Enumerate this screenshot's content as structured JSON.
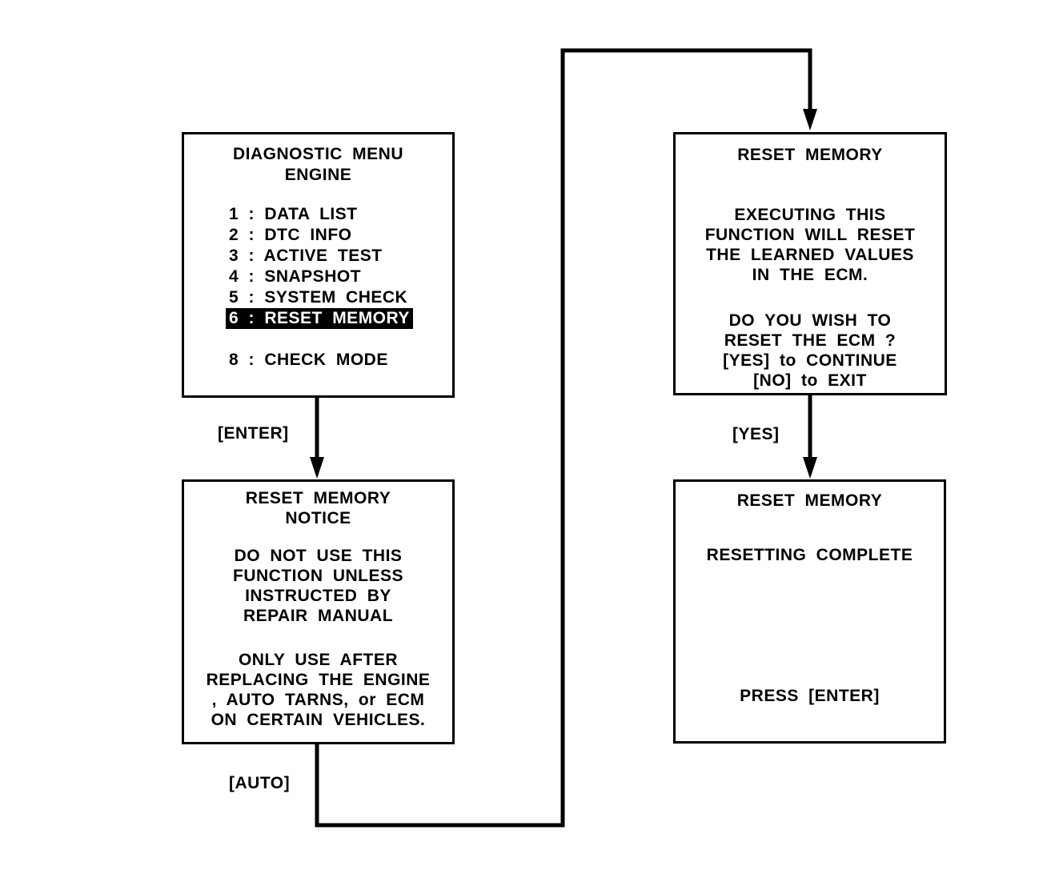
{
  "diagram": {
    "screens": {
      "menu": {
        "title_line1": "DIAGNOSTIC MENU",
        "title_line2": "ENGINE",
        "items": [
          {
            "label": "1 : DATA LIST",
            "highlighted": false
          },
          {
            "label": "2 : DTC INFO",
            "highlighted": false
          },
          {
            "label": "3 : ACTIVE TEST",
            "highlighted": false
          },
          {
            "label": "4 : SNAPSHOT",
            "highlighted": false
          },
          {
            "label": "5 : SYSTEM CHECK",
            "highlighted": false
          },
          {
            "label": "6 : RESET MEMORY",
            "highlighted": true
          },
          {
            "label": "8 : CHECK MODE",
            "highlighted": false
          }
        ]
      },
      "confirm": {
        "title": "RESET MEMORY",
        "para1": [
          "EXECUTING THIS",
          "FUNCTION WILL RESET",
          "THE LEARNED VALUES",
          "IN THE ECM."
        ],
        "para2": [
          "DO YOU WISH TO",
          "RESET THE ECM ?",
          "[YES] to CONTINUE",
          "[NO] to EXIT"
        ]
      },
      "notice": {
        "title_line1": "RESET MEMORY",
        "title_line2": "NOTICE",
        "para1": [
          "DO NOT USE THIS",
          "FUNCTION UNLESS",
          "INSTRUCTED BY",
          "REPAIR MANUAL"
        ],
        "para2": [
          "ONLY USE AFTER",
          "REPLACING THE ENGINE",
          ", AUTO TARNS, or ECM",
          "ON CERTAIN VEHICLES."
        ]
      },
      "complete": {
        "title": "RESET MEMORY",
        "status": "RESETTING COMPLETE",
        "prompt": "PRESS [ENTER]"
      }
    },
    "edges": [
      {
        "from": "diagnostic-menu",
        "to": "reset-memory-notice",
        "label": "[ENTER]"
      },
      {
        "from": "reset-memory-notice",
        "to": "reset-memory-confirm",
        "label": "[AUTO]"
      },
      {
        "from": "reset-memory-confirm",
        "to": "reset-memory-complete",
        "label": "[YES]"
      }
    ],
    "colors": {
      "ink": "#000000",
      "background": "#ffffff",
      "highlight_bg": "#000000",
      "highlight_text": "#ffffff"
    }
  }
}
